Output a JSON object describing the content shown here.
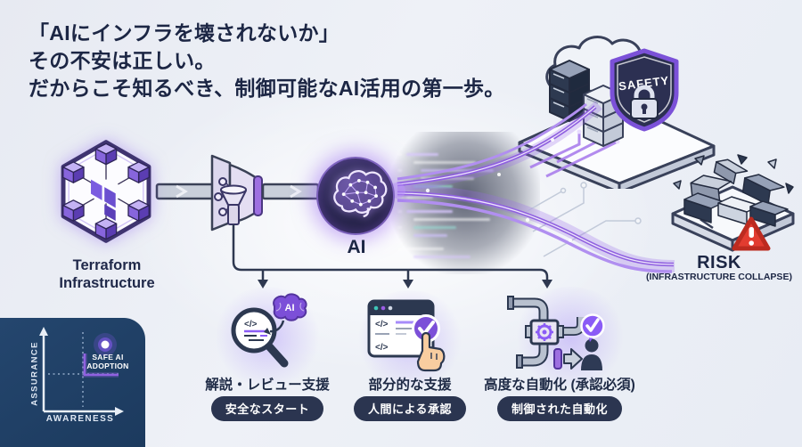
{
  "headline": {
    "line1": "「AIにインフラを壊されないか」",
    "line2": "その不安は正しい。",
    "line3": "だからこそ知るべき、制御可能なAI活用の第一歩。"
  },
  "source": {
    "title_line1": "Terraform",
    "title_line2": "Infrastructure"
  },
  "ai_node": {
    "label": "AI"
  },
  "safety": {
    "shield_label": "SAFETY"
  },
  "risk": {
    "title": "RISK",
    "subtitle": "(INFRASTRUCTURE COLLAPSE)"
  },
  "quadrant": {
    "y_axis_label": "ASSURANCE",
    "x_axis_label": "AWARENESS",
    "point_label_line1": "SAFE AI",
    "point_label_line2": "ADOPTION"
  },
  "stages": [
    {
      "title": "解説・レビュー支援",
      "badge": "安全なスタート",
      "code_glyph": "</>",
      "ai_label": "AI"
    },
    {
      "title": "部分的な支援",
      "badge": "人間による承認",
      "code_glyph": "</>",
      "code_glyph2": "</>"
    },
    {
      "title": "高度な自動化 (承認必須)",
      "badge": "制御された自動化"
    }
  ],
  "colors": {
    "accent_purple": "#8b5cf6",
    "panel_navy": "#1f3d63",
    "badge_navy": "#2b3550",
    "risk_red": "#e23c30",
    "ink": "#1c2644"
  }
}
